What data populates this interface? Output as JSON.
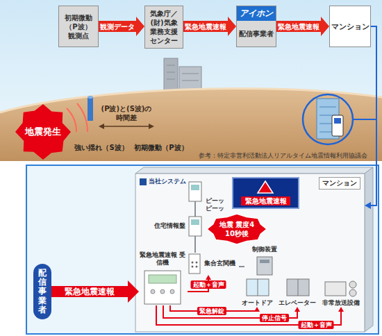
{
  "diagram": {
    "nodes": [
      {
        "text": [
          "初期微動 （P波） 観測点"
        ]
      },
      {
        "text": [
          "気象庁／ (財)気象 業務支援 センター"
        ]
      },
      {
        "text": [
          "アイホン",
          "配信事業者"
        ]
      },
      {
        "text": [
          "マンション"
        ]
      },
      {
        "text": [
          "マンション"
        ]
      },
      {
        "text": [
          "緊急地震速報"
        ],
        "in": 4
      },
      {
        "text": [
          "住宅情報盤"
        ],
        "in": 4
      },
      {
        "text": [
          "地震 震度4 10秒後"
        ],
        "in": 4
      },
      {
        "text": [
          "制御装置"
        ],
        "in": 4
      },
      {
        "text": [
          "集合玄関機"
        ],
        "in": 4
      },
      {
        "text": [
          "緊急地震速報 受信機"
        ],
        "in": 4
      },
      {
        "text": [
          "オートドア"
        ],
        "in": 4
      },
      {
        "text": [
          "エレベーター"
        ],
        "in": 4
      },
      {
        "text": [
          "非常放送設備"
        ],
        "in": 4
      },
      {
        "text": [
          "配信事業者"
        ]
      }
    ],
    "edges": [
      {
        "from": 0,
        "to": 1,
        "label": "観測データ",
        "arrow": "to"
      },
      {
        "from": 1,
        "to": 2,
        "label": "緊急地震速報",
        "arrow": "to"
      },
      {
        "from": 2,
        "to": 3,
        "label": "緊急地震速報",
        "arrow": "to"
      },
      {
        "from": 3,
        "to": 4,
        "arrow": "to"
      },
      {
        "from": 14,
        "to": 10,
        "label": "緊急地震速報",
        "arrow": "to"
      },
      {
        "from": 10,
        "to": 9,
        "label": "起動＋音声",
        "arrow": "to"
      },
      {
        "from": 10,
        "to": 11,
        "label": "緊急解錠",
        "arrow": "to"
      },
      {
        "from": 10,
        "to": 12,
        "label": "停止信号",
        "arrow": "to"
      },
      {
        "from": 10,
        "to": 13,
        "label": "起動＋音声",
        "arrow": "to"
      },
      {
        "from": 9,
        "to": 6,
        "arrow": "none"
      },
      {
        "from": 8,
        "to": 9,
        "arrow": "none"
      }
    ],
    "labels": [
      "(P波)と(S波)の 時間差",
      "地震発生",
      "強い揺れ（S波）",
      "初期微動（P波）",
      "参考：特定非営利活動法人リアルタイム地震情報利用協議会",
      "ピーッ ピーッ"
    ],
    "legend": [
      {
        "text": "当社システム",
        "color": "#1d4f9c"
      }
    ]
  }
}
